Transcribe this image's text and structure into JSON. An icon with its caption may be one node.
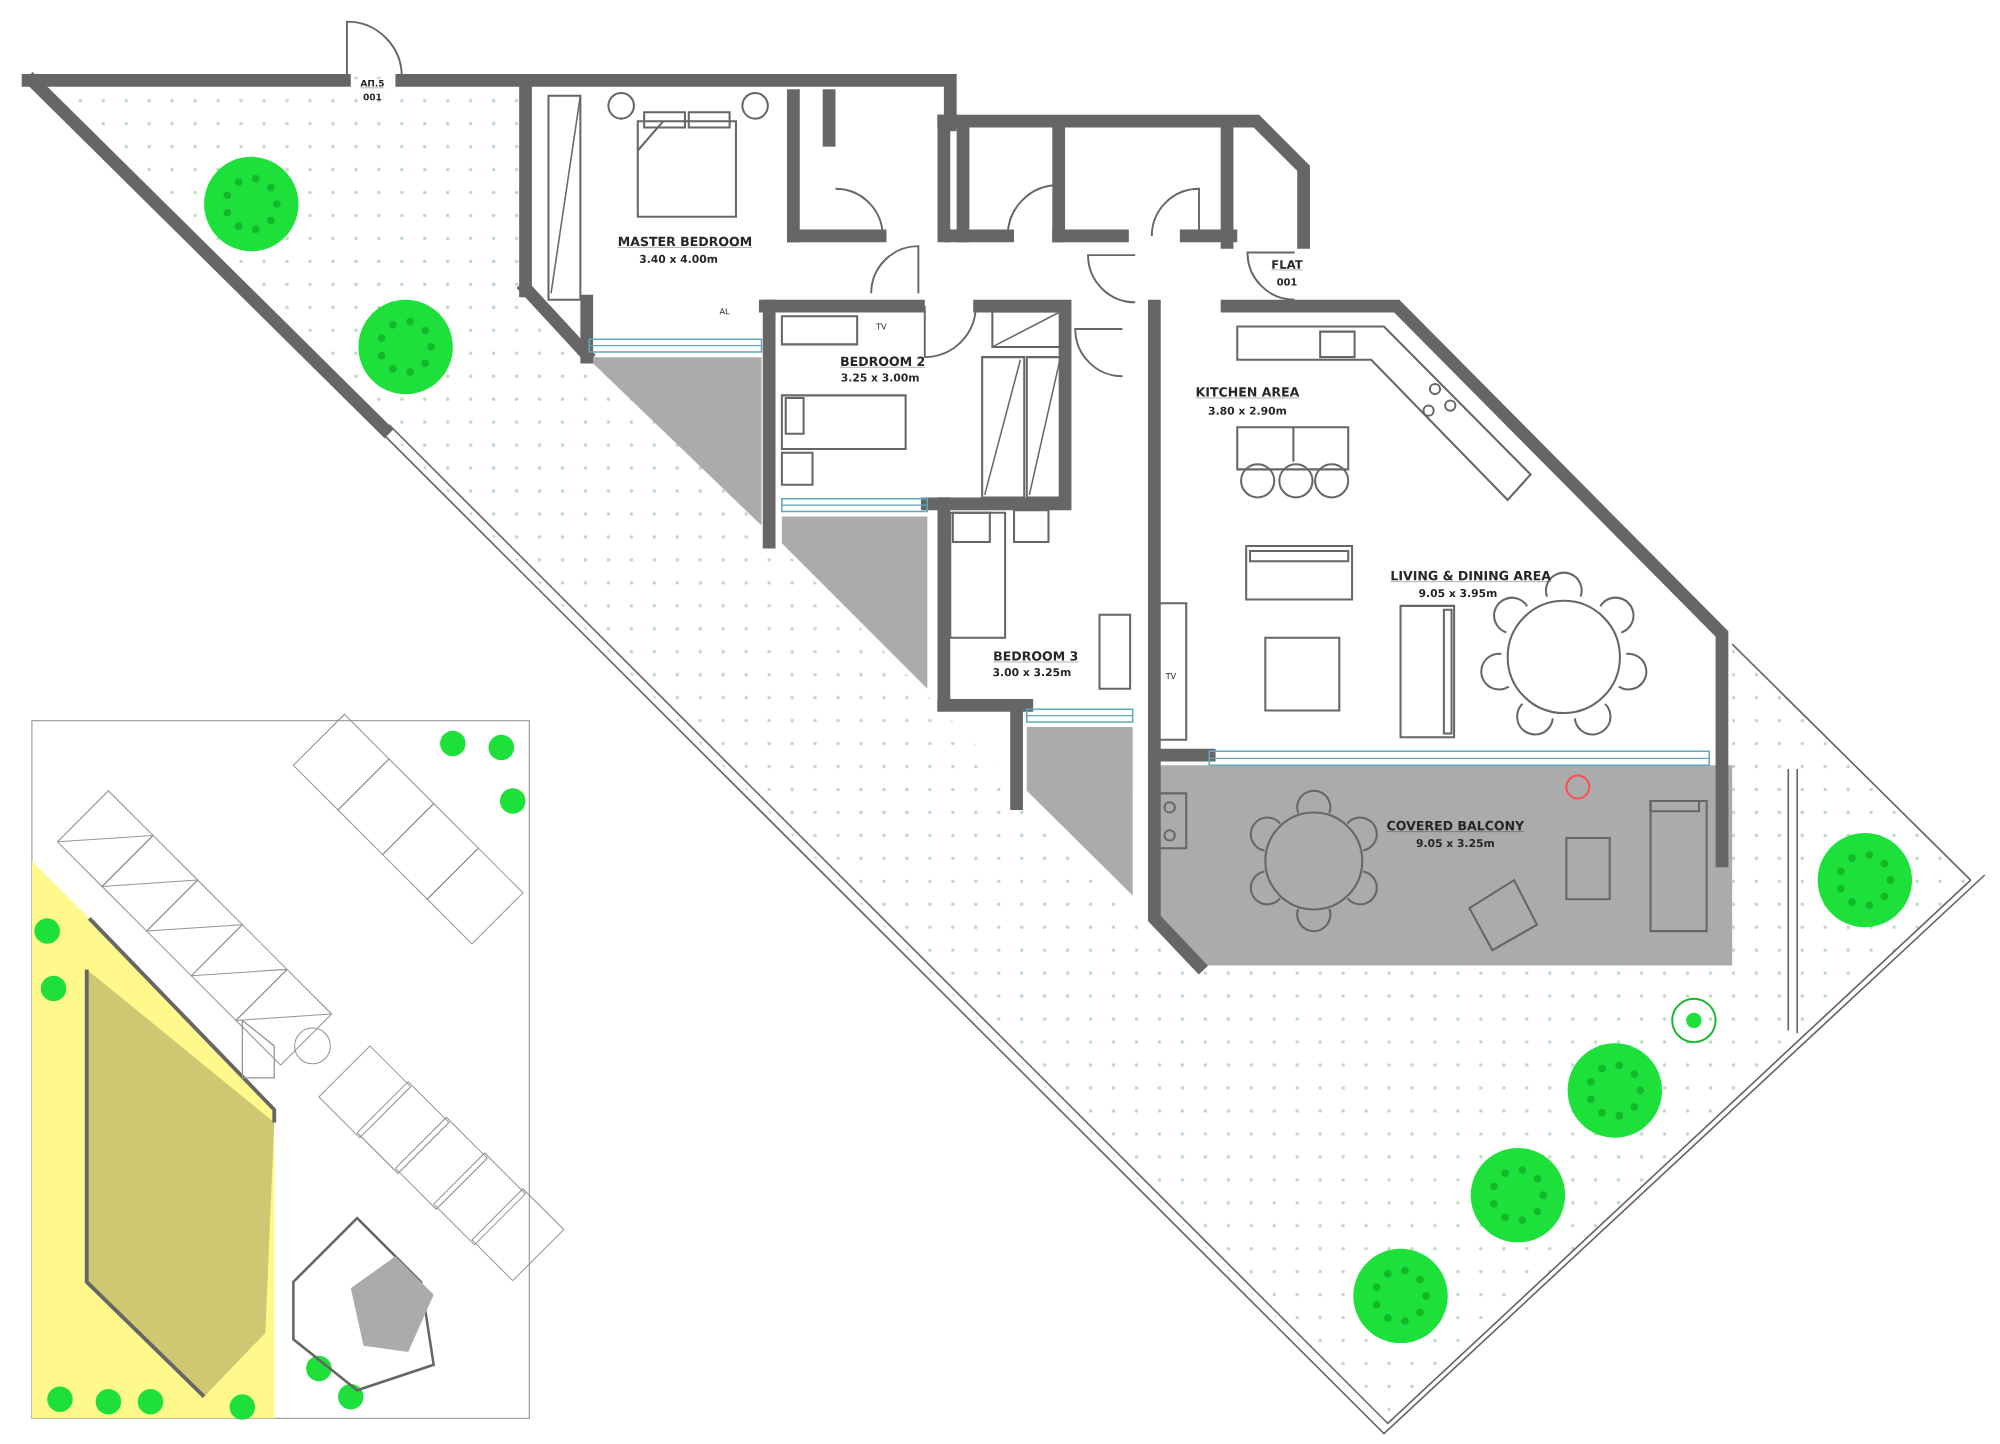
{
  "diagram": {
    "labels": [
      "ΑΠ.5",
      "001",
      "MASTER BEDROOM",
      "3.40 x 4.00m",
      "FLAT",
      "001",
      "AL",
      "TV",
      "BEDROOM 2",
      "3.25 x 3.00m",
      "KITCHEN AREA",
      "3.80 x 2.90m",
      "LIVING & DINING AREA",
      "9.05 x 3.95m",
      "BEDROOM 3",
      "3.00 x 3.25m",
      "TV",
      "COVERED BALCONY",
      "9.05 x 3.25m"
    ]
  }
}
